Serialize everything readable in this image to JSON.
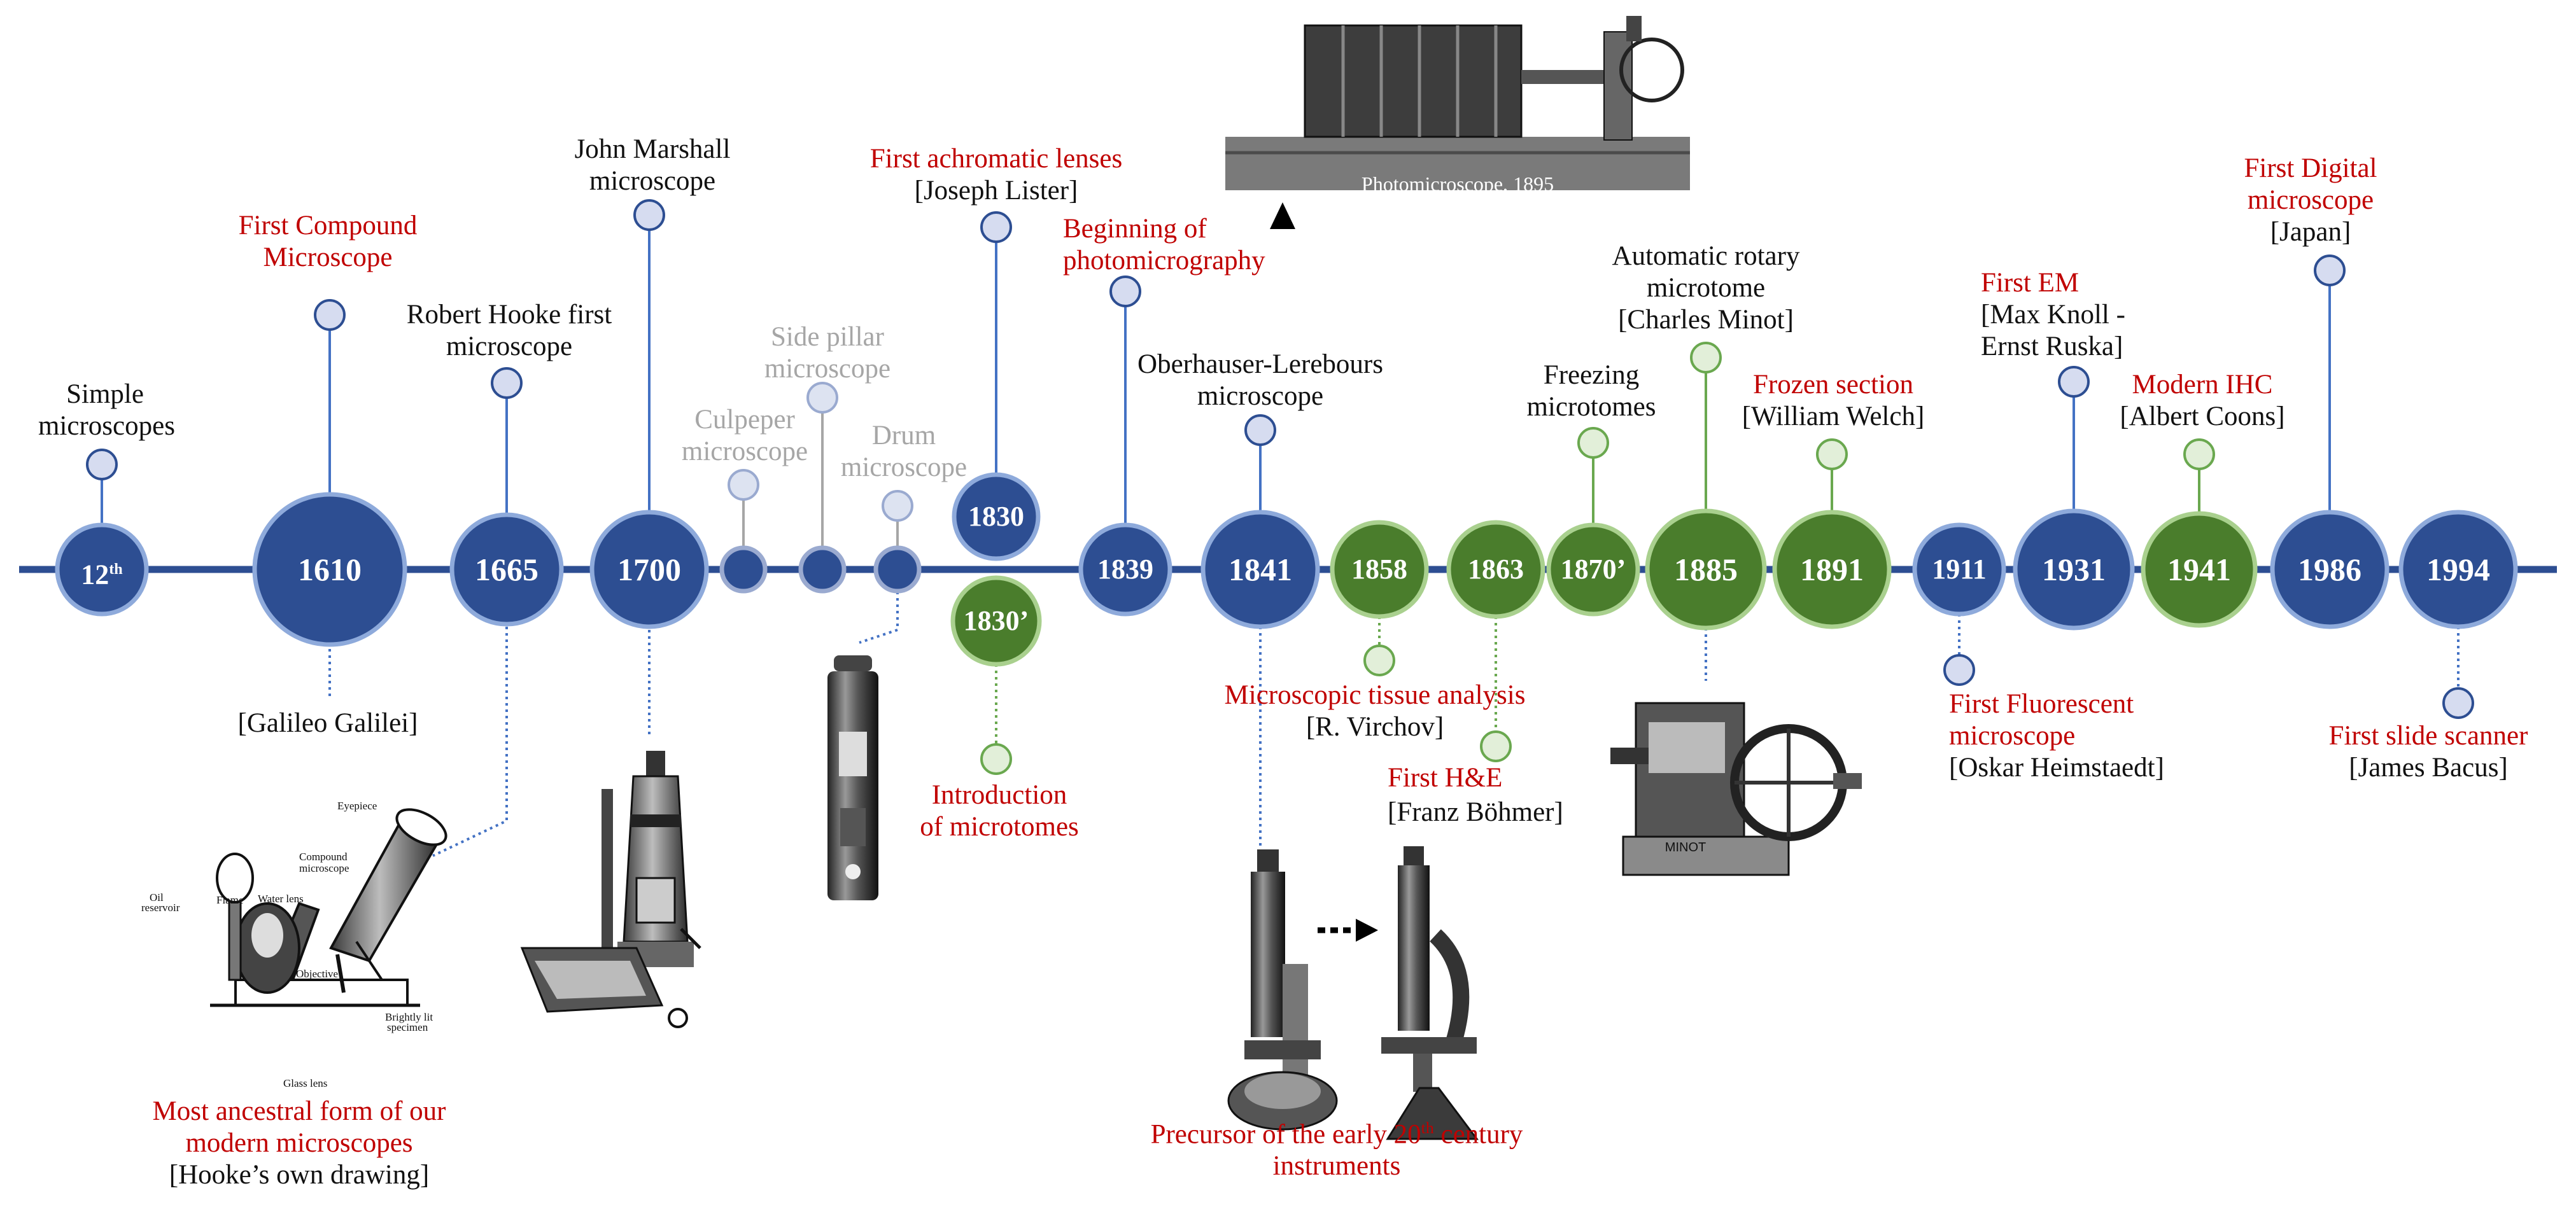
{
  "timeline": {
    "colors": {
      "blue": "#2d4e92",
      "blue_ring": "#8eaadb",
      "green": "#4a7d2c",
      "green_ring": "#a9d08e",
      "gray": "#c0c0c0",
      "gray_ring": "#a6a6a6",
      "red_text": "#c00000",
      "black_text": "#111111",
      "gray_text": "#a6a6a6"
    },
    "nodes": [
      {
        "key": "n12th",
        "year": "12",
        "sup": "th",
        "color": "blue"
      },
      {
        "key": "n1610",
        "year": "1610",
        "color": "blue"
      },
      {
        "key": "n1665",
        "year": "1665",
        "color": "blue"
      },
      {
        "key": "n1700",
        "year": "1700",
        "color": "blue"
      },
      {
        "key": "nCulpeper",
        "year": "",
        "color": "blue"
      },
      {
        "key": "nSidePillar",
        "year": "",
        "color": "blue"
      },
      {
        "key": "nDrum",
        "year": "",
        "color": "blue"
      },
      {
        "key": "n1830",
        "year": "1830",
        "color": "blue"
      },
      {
        "key": "n1830p",
        "year": "1830’",
        "color": "green"
      },
      {
        "key": "n1839",
        "year": "1839",
        "color": "blue"
      },
      {
        "key": "n1841",
        "year": "1841",
        "color": "blue"
      },
      {
        "key": "n1858",
        "year": "1858",
        "color": "green"
      },
      {
        "key": "n1863",
        "year": "1863",
        "color": "green"
      },
      {
        "key": "n1870p",
        "year": "1870’",
        "color": "green"
      },
      {
        "key": "n1885",
        "year": "1885",
        "color": "green"
      },
      {
        "key": "n1891",
        "year": "1891",
        "color": "green"
      },
      {
        "key": "n1911",
        "year": "1911",
        "color": "blue"
      },
      {
        "key": "n1931",
        "year": "1931",
        "color": "blue"
      },
      {
        "key": "n1941",
        "year": "1941",
        "color": "green"
      },
      {
        "key": "n1986",
        "year": "1986",
        "color": "blue"
      },
      {
        "key": "n1994",
        "year": "1994",
        "color": "blue"
      }
    ]
  },
  "labels": {
    "simple_microscopes": {
      "lines": [
        "Simple",
        "microscopes"
      ]
    },
    "first_compound": {
      "lines": [
        "First Compound",
        "Microscope"
      ]
    },
    "galileo": {
      "lines": [
        "[Galileo Galilei]"
      ]
    },
    "hooke_first": {
      "lines": [
        "Robert Hooke first",
        "microscope"
      ]
    },
    "john_marshall": {
      "lines": [
        "John Marshall",
        "microscope"
      ]
    },
    "culpeper": {
      "lines": [
        "Culpeper",
        "microscope"
      ]
    },
    "side_pillar": {
      "lines": [
        "Side pillar",
        "microscope"
      ]
    },
    "drum": {
      "lines": [
        "Drum",
        "microscope"
      ]
    },
    "achromatic_title": {
      "lines": [
        "First achromatic lenses"
      ]
    },
    "achromatic_name": {
      "lines": [
        "[Joseph Lister]"
      ]
    },
    "intro_microtomes": {
      "lines": [
        "Introduction",
        "of microtomes"
      ]
    },
    "photomicrography": {
      "lines": [
        "Beginning of",
        "photomicrography"
      ]
    },
    "photomicroscope_caption": "Photomicroscope, 1895",
    "oberhauser": {
      "lines": [
        "Oberhauser-Lerebours",
        "microscope"
      ]
    },
    "tissue_title": {
      "lines": [
        "Microscopic tissue analysis"
      ]
    },
    "tissue_name": {
      "lines": [
        "[R. Virchov]"
      ]
    },
    "he_title": {
      "lines": [
        "First H&E"
      ]
    },
    "he_name": {
      "lines": [
        "[Franz Böhmer]"
      ]
    },
    "freezing": {
      "lines": [
        "Freezing",
        "microtomes"
      ]
    },
    "rotary": {
      "lines": [
        "Automatic rotary",
        "microtome",
        "[Charles Minot]"
      ]
    },
    "frozen_title": {
      "lines": [
        "Frozen section"
      ]
    },
    "frozen_name": {
      "lines": [
        "[William Welch]"
      ]
    },
    "fluor_title": {
      "lines": [
        "First Fluorescent",
        "microscope"
      ]
    },
    "fluor_name": {
      "lines": [
        "[Oskar Heimstaedt]"
      ]
    },
    "em_title": {
      "lines": [
        "First EM"
      ]
    },
    "em_name": {
      "lines": [
        "[Max Knoll -",
        "Ernst Ruska]"
      ]
    },
    "ihc_title": {
      "lines": [
        "Modern IHC"
      ]
    },
    "ihc_name": {
      "lines": [
        "[Albert Coons]"
      ]
    },
    "digital_title": {
      "lines": [
        "First Digital",
        "microscope"
      ]
    },
    "digital_name": {
      "lines": [
        "[Japan]"
      ]
    },
    "scanner_title": {
      "lines": [
        "First slide scanner"
      ]
    },
    "scanner_name": {
      "lines": [
        "[James Bacus]"
      ]
    },
    "ancestral_title": {
      "lines": [
        "Most ancestral form of our",
        "modern microscopes"
      ]
    },
    "ancestral_name": {
      "lines": [
        "[Hooke’s own drawing]"
      ]
    },
    "precursor_title": {
      "lines": [
        "Precursor of the early 20th century",
        "instruments"
      ]
    }
  },
  "hooke_drawing_labels": [
    "Eyepiece",
    "Compound microscope",
    "Oil reservoir",
    "Flame",
    "Water lens",
    "Objective",
    "Brightly lit specimen",
    "Glass lens"
  ],
  "minot_plate": "MINOT"
}
